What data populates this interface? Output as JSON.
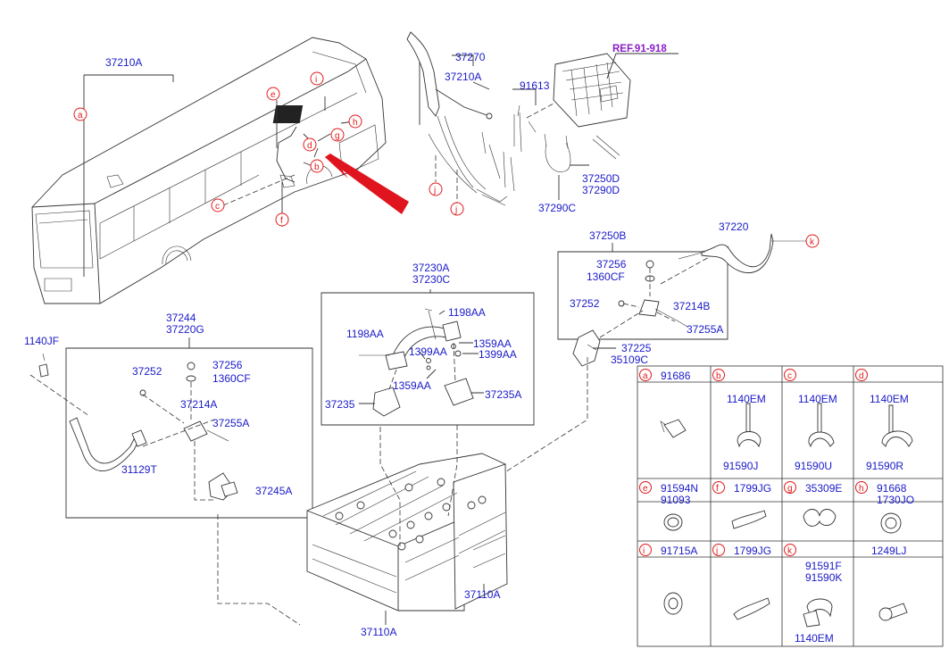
{
  "ref_label": "REF.91-918",
  "parts": {
    "p37210A_top": "37210A",
    "p37270": "37270",
    "p37210A_mid": "37210A",
    "p91613": "91613",
    "p37250D": "37250D",
    "p37290D": "37290D",
    "p37290C": "37290C",
    "p37250B": "37250B",
    "p37220": "37220",
    "p37256_r": "37256",
    "p1360CF_r": "1360CF",
    "p37252_r": "37252",
    "p37214B": "37214B",
    "p37255A_r": "37255A",
    "p37225": "37225",
    "p35109C": "35109C",
    "p37230A": "37230A",
    "p37230C": "37230C",
    "p1198AA_a": "1198AA",
    "p1198AA_b": "1198AA",
    "p1359AA_a": "1359AA",
    "p1399AA_a": "1399AA",
    "p1399AA_b": "1399AA",
    "p1359AA_b": "1359AA",
    "p37235_l": "37235",
    "p37235A": "37235A",
    "p37244": "37244",
    "p37220G": "37220G",
    "p1140JF": "1140JF",
    "p37252_l": "37252",
    "p37256_l": "37256",
    "p1360CF_l": "1360CF",
    "p37214A": "37214A",
    "p37255A_l": "37255A",
    "p31129T": "31129T",
    "p37245A": "37245A",
    "p37110A_l": "37110A",
    "p37110A_r": "37110A"
  },
  "callouts": {
    "a": "a",
    "b": "b",
    "c": "c",
    "d": "d",
    "e": "e",
    "f": "f",
    "g": "g",
    "h": "h",
    "i": "i",
    "j1": "j",
    "j2": "j",
    "k": "k"
  },
  "table": {
    "cells": [
      {
        "letter": "a",
        "codes": [
          "91686"
        ],
        "bottom": ""
      },
      {
        "letter": "b",
        "codes": [
          "1140EM"
        ],
        "bottom": "91590J"
      },
      {
        "letter": "c",
        "codes": [
          "1140EM"
        ],
        "bottom": "91590U"
      },
      {
        "letter": "d",
        "codes": [
          "1140EM"
        ],
        "bottom": "91590R"
      },
      {
        "letter": "e",
        "codes": [
          "91594N",
          "91093"
        ],
        "bottom": ""
      },
      {
        "letter": "f",
        "codes": [
          "1799JG"
        ],
        "bottom": ""
      },
      {
        "letter": "g",
        "codes": [
          "35309E"
        ],
        "bottom": ""
      },
      {
        "letter": "h",
        "codes": [
          "91668",
          "1730JO"
        ],
        "bottom": ""
      },
      {
        "letter": "i",
        "codes": [
          "91715A"
        ],
        "bottom": ""
      },
      {
        "letter": "j",
        "codes": [
          "1799JG"
        ],
        "bottom": ""
      },
      {
        "letter": "k",
        "codes": [
          "91591F",
          "91590K"
        ],
        "bottom": "1140EM"
      },
      {
        "letter": "",
        "codes": [
          "1249LJ"
        ],
        "bottom": ""
      }
    ]
  },
  "colors": {
    "label": "#1a1ac8",
    "callout": "#e21a1a",
    "ref": "#8a1ec8",
    "arrow": "#e0141e"
  }
}
